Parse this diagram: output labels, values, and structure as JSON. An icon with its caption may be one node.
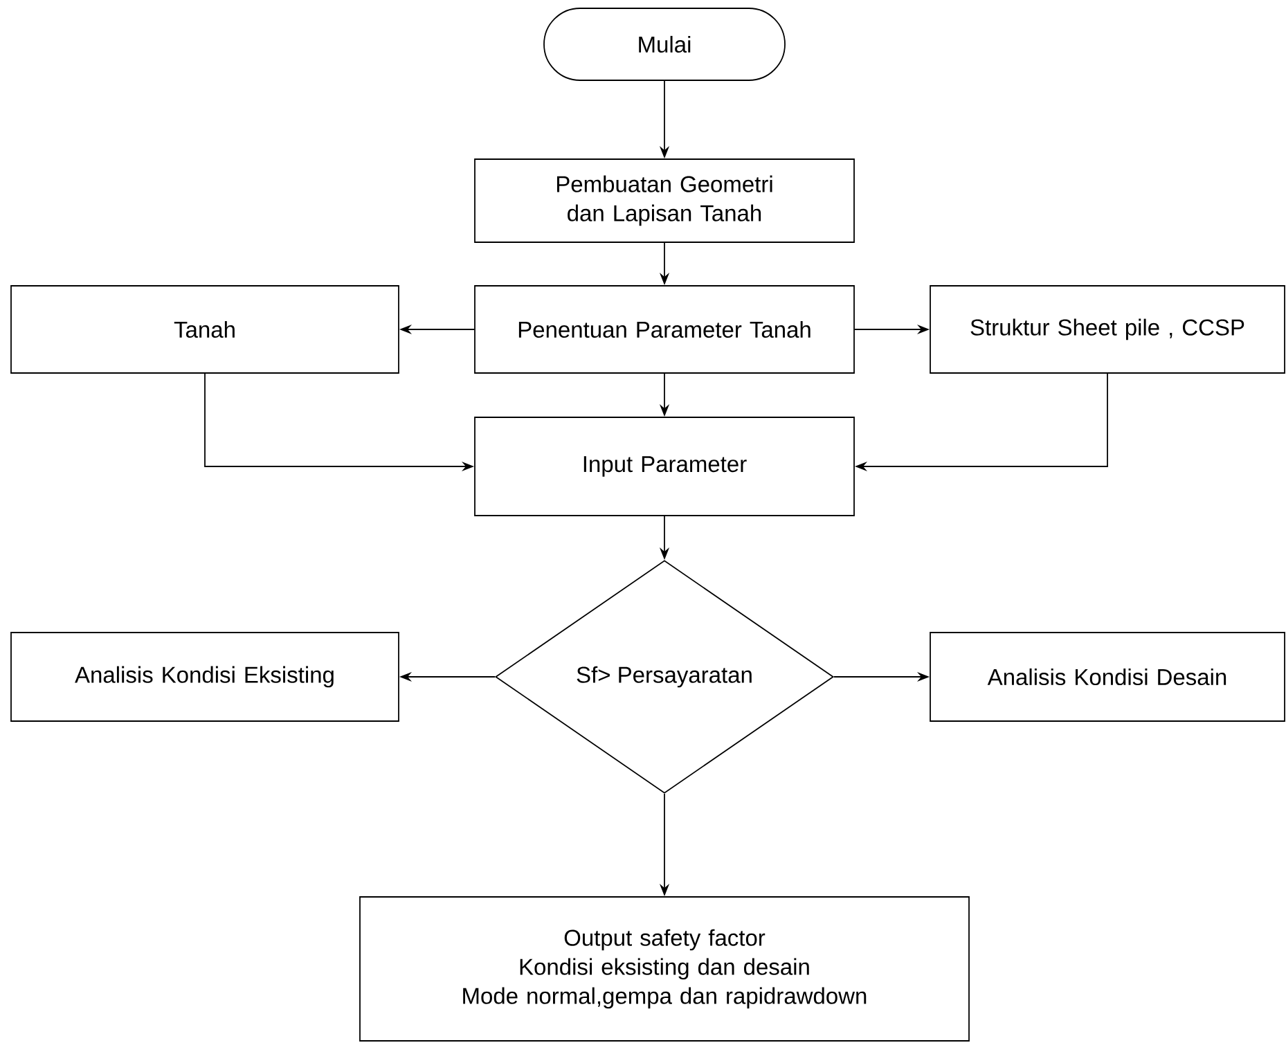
{
  "diagram": {
    "nodes": [
      {
        "text": [
          "Mulai"
        ]
      },
      {
        "text": [
          "Pembuatan Geometri dan Lapisan Tanah"
        ]
      },
      {
        "text": [
          "Penentuan Parameter Tanah"
        ]
      },
      {
        "text": [
          "Tanah"
        ]
      },
      {
        "text": [
          "Struktur Sheet pile , CCSP"
        ]
      },
      {
        "text": [
          "Input Parameter"
        ]
      },
      {
        "text": [
          "Sf> Persayaratan"
        ]
      },
      {
        "text": [
          "Analisis Kondisi Eksisting"
        ]
      },
      {
        "text": [
          "Analisis Kondisi Desain"
        ]
      },
      {
        "text": [
          "Output safety factor",
          "Kondisi eksisting dan desain",
          "Mode normal,gempa dan rapidrawdown"
        ]
      }
    ],
    "edges": [
      {
        "from": 0,
        "to": 1,
        "arrow": "to"
      },
      {
        "from": 1,
        "to": 2,
        "arrow": "to"
      },
      {
        "from": 2,
        "to": 3,
        "arrow": "to"
      },
      {
        "from": 2,
        "to": 4,
        "arrow": "to"
      },
      {
        "from": 2,
        "to": 5,
        "arrow": "to"
      },
      {
        "from": 3,
        "to": 5,
        "arrow": "to"
      },
      {
        "from": 4,
        "to": 5,
        "arrow": "to"
      },
      {
        "from": 5,
        "to": 6,
        "arrow": "to"
      },
      {
        "from": 6,
        "to": 7,
        "arrow": "to"
      },
      {
        "from": 6,
        "to": 8,
        "arrow": "to"
      },
      {
        "from": 6,
        "to": 9,
        "arrow": "to"
      }
    ]
  }
}
